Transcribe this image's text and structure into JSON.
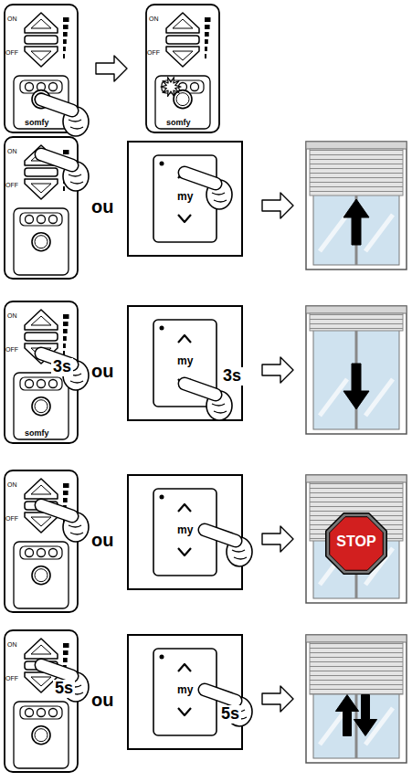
{
  "diagram": {
    "labels": [
      "ON",
      "OFF",
      "somfy",
      "ON",
      "OFF",
      "somfy",
      "ON",
      "OFF",
      "ou",
      "my",
      "ON",
      "OFF",
      "somfy",
      "3s",
      "ou",
      "my",
      "3s",
      "ON",
      "OFF",
      "ou",
      "my",
      "STOP",
      "ON",
      "OFF",
      "5s",
      "ou",
      "my",
      "5s"
    ]
  }
}
